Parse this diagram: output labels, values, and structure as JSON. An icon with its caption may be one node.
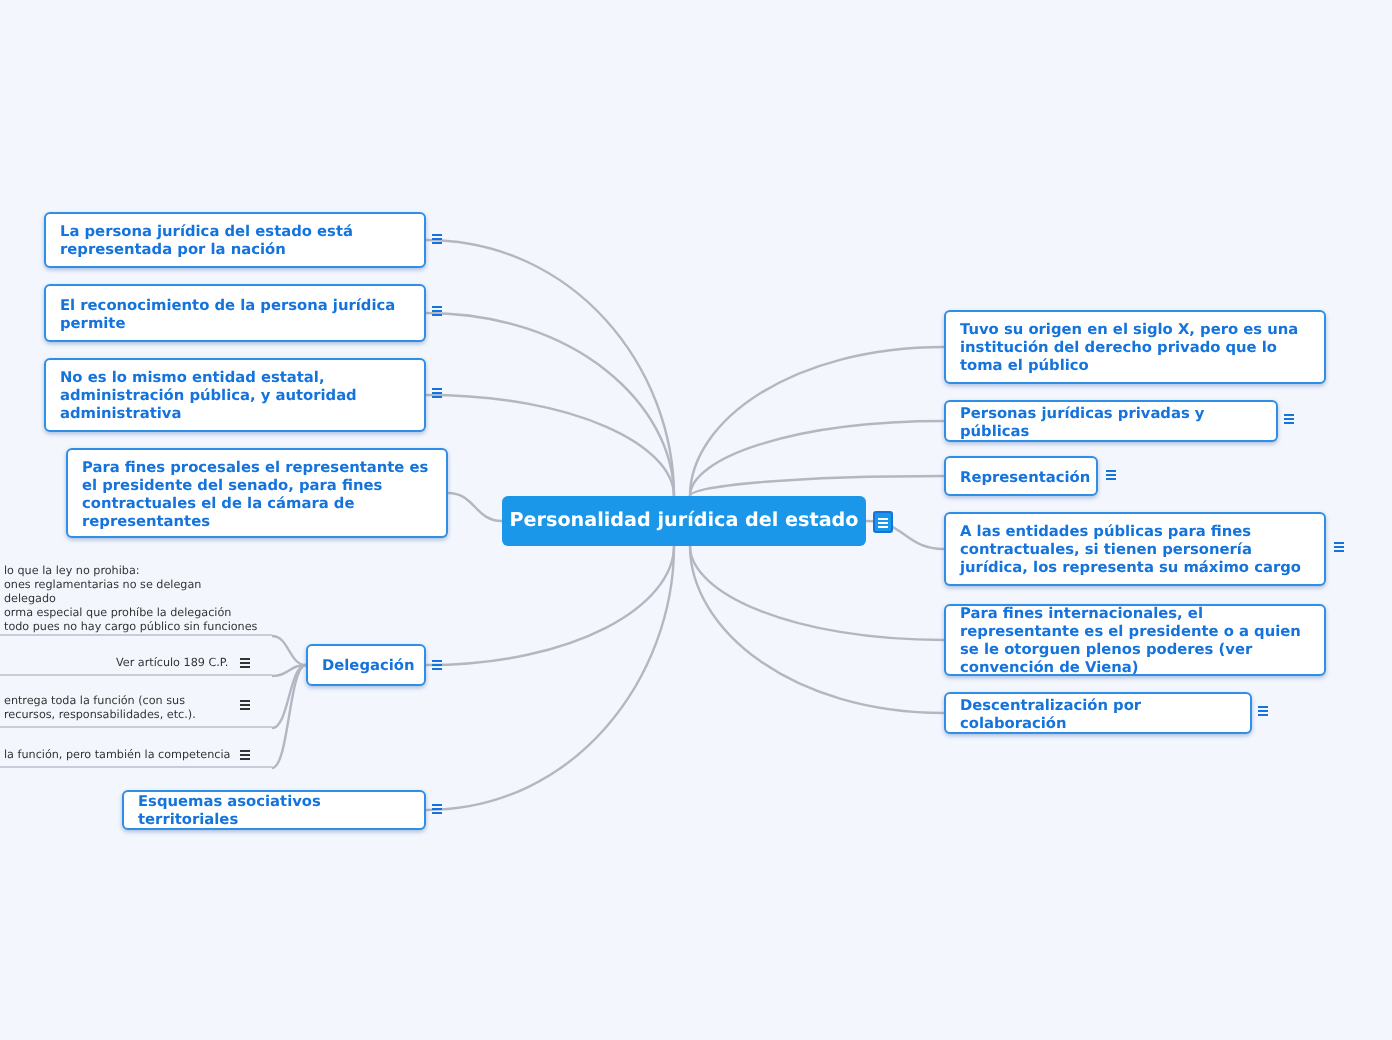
{
  "diagram": {
    "nodes": [
      {
        "text": [
          "Personalidad jurídica del estado"
        ]
      },
      {
        "text": [
          "La persona jurídica del estado está representada por la nación"
        ]
      },
      {
        "text": [
          "El reconocimiento de la persona jurídica permite"
        ]
      },
      {
        "text": [
          "No es lo mismo entidad estatal, administración pública, y autoridad administrativa"
        ]
      },
      {
        "text": [
          "Para fines procesales el representante es el presidente del senado, para fines contractuales el de la cámara de representantes"
        ]
      },
      {
        "text": [
          "Delegación"
        ]
      },
      {
        "text": [
          "lo que la ley no prohiba:",
          "ones reglamentarias no se delegan",
          "delegado",
          "orma especial que prohíbe la delegación",
          "todo pues no hay cargo público sin funciones"
        ]
      },
      {
        "text": [
          "Ver artículo 189 C.P."
        ]
      },
      {
        "text": [
          "entrega toda la función (con sus",
          "recursos, responsabilidades, etc.)."
        ]
      },
      {
        "text": [
          "la función, pero también la competencia"
        ]
      },
      {
        "text": [
          "Esquemas asociativos territoriales"
        ]
      },
      {
        "text": [
          "Tuvo su origen en el siglo X, pero es una institución del derecho privado que lo toma el público"
        ]
      },
      {
        "text": [
          "Personas jurídicas privadas y públicas"
        ]
      },
      {
        "text": [
          "Representación"
        ]
      },
      {
        "text": [
          "A las entidades públicas para fines contractuales, si tienen personería jurídica, los representa su máximo cargo"
        ]
      },
      {
        "text": [
          "Para fines internacionales, el representante es el presidente o a quien se le otorguen plenos poderes (ver convención de Viena)"
        ]
      },
      {
        "text": [
          "Descentralización por colaboración"
        ]
      }
    ],
    "edges": [
      {
        "from": 0,
        "to": 1,
        "arrow": "none"
      },
      {
        "from": 0,
        "to": 2,
        "arrow": "none"
      },
      {
        "from": 0,
        "to": 3,
        "arrow": "none"
      },
      {
        "from": 0,
        "to": 4,
        "arrow": "none"
      },
      {
        "from": 0,
        "to": 5,
        "arrow": "none"
      },
      {
        "from": 5,
        "to": 6,
        "arrow": "none"
      },
      {
        "from": 5,
        "to": 7,
        "arrow": "none"
      },
      {
        "from": 5,
        "to": 8,
        "arrow": "none"
      },
      {
        "from": 5,
        "to": 9,
        "arrow": "none"
      },
      {
        "from": 0,
        "to": 10,
        "arrow": "none"
      },
      {
        "from": 0,
        "to": 11,
        "arrow": "none"
      },
      {
        "from": 0,
        "to": 12,
        "arrow": "none"
      },
      {
        "from": 0,
        "to": 13,
        "arrow": "none"
      },
      {
        "from": 0,
        "to": 14,
        "arrow": "none"
      },
      {
        "from": 0,
        "to": 15,
        "arrow": "none"
      },
      {
        "from": 0,
        "to": 16,
        "arrow": "none"
      }
    ]
  }
}
